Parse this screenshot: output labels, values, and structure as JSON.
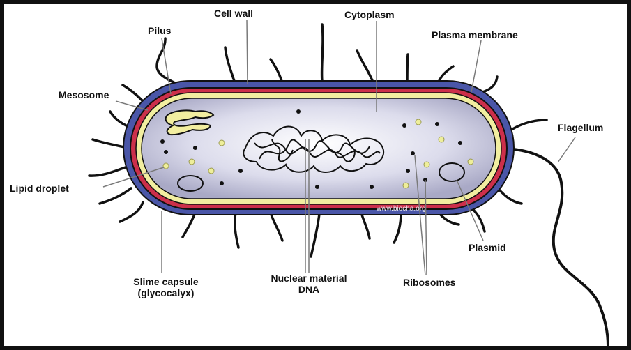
{
  "labels": {
    "pilus": "Pilus",
    "cell_wall": "Cell wall",
    "cytoplasm": "Cytoplasm",
    "plasma_membrane": "Plasma membrane",
    "mesosome": "Mesosome",
    "flagellum": "Flagellum",
    "lipid_droplet": "Lipid droplet",
    "plasmid": "Plasmid",
    "slime_capsule_line1": "Slime capsule",
    "slime_capsule_line2": "(glycocalyx)",
    "nuclear_line1": "Nuclear material",
    "nuclear_line2": "DNA",
    "ribosomes": "Ribosomes",
    "watermark": "www.biocha.org"
  },
  "colors": {
    "slime_capsule": "#4a56a8",
    "cell_wall": "#cc2f4a",
    "plasma_membrane": "#f2eea0",
    "cytoplasm": "#c9c9df",
    "outline": "#111111",
    "lipid_droplet": "#eeee9a"
  }
}
